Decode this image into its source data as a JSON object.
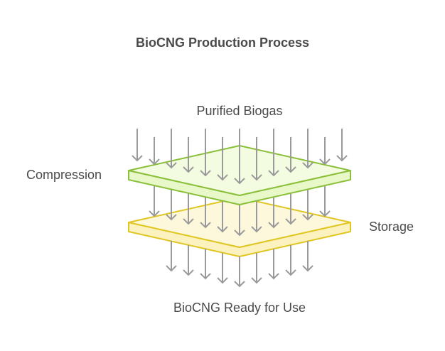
{
  "title": "BioCNG Production Process",
  "labels": {
    "input": "Purified Biogas",
    "layer1": "Compression",
    "layer2": "Storage",
    "output": "BioCNG Ready for Use"
  },
  "layers": [
    {
      "name": "Compression",
      "fill": "#f3fce0",
      "stroke": "#8abf3a",
      "side": "#e8f8c8"
    },
    {
      "name": "Storage",
      "fill": "#fdf8dc",
      "stroke": "#e0c622",
      "side": "#fbf2c0"
    }
  ],
  "arrow_color": "#9a9a9a",
  "arrow_rows": [
    {
      "stage": "input",
      "count": 13
    },
    {
      "stage": "between-layers",
      "count": 11
    },
    {
      "stage": "output",
      "count": 9
    }
  ]
}
